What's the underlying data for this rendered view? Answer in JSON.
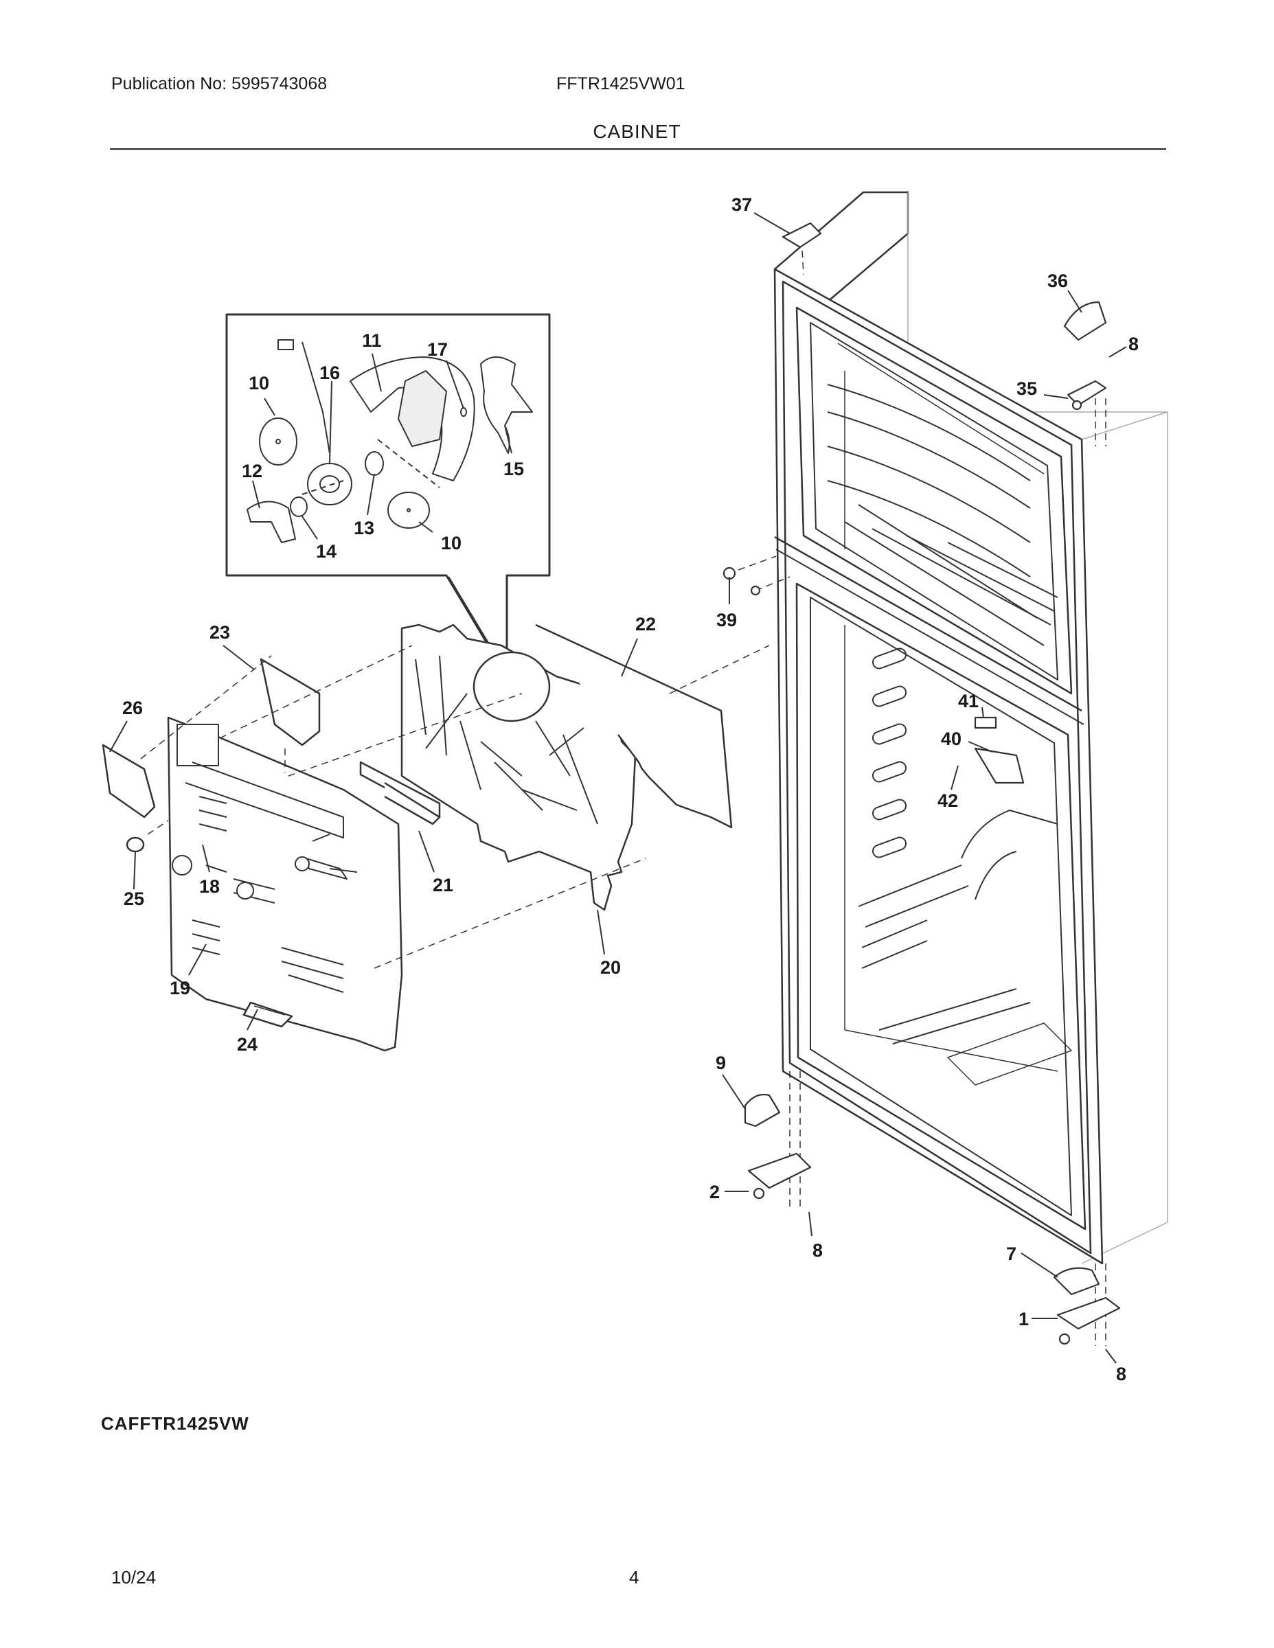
{
  "header": {
    "publication": "Publication No: 5995743068",
    "model": "FFTR1425VW01",
    "section": "CABINET"
  },
  "footer": {
    "diagram_code": "CAFFTR1425VW",
    "date": "10/24",
    "page": "4"
  },
  "callouts": {
    "c37": "37",
    "c36": "36",
    "c8a": "8",
    "c35": "35",
    "c11": "11",
    "c17": "17",
    "c16": "16",
    "c10a": "10",
    "c15": "15",
    "c12": "12",
    "c13": "13",
    "c10b": "10",
    "c14": "14",
    "c39": "39",
    "c23": "23",
    "c22": "22",
    "c26": "26",
    "c41": "41",
    "c40": "40",
    "c42": "42",
    "c18": "18",
    "c21": "21",
    "c25": "25",
    "c20": "20",
    "c19": "19",
    "c24": "24",
    "c9": "9",
    "c2": "2",
    "c8b": "8",
    "c7": "7",
    "c1": "1",
    "c8c": "8"
  }
}
